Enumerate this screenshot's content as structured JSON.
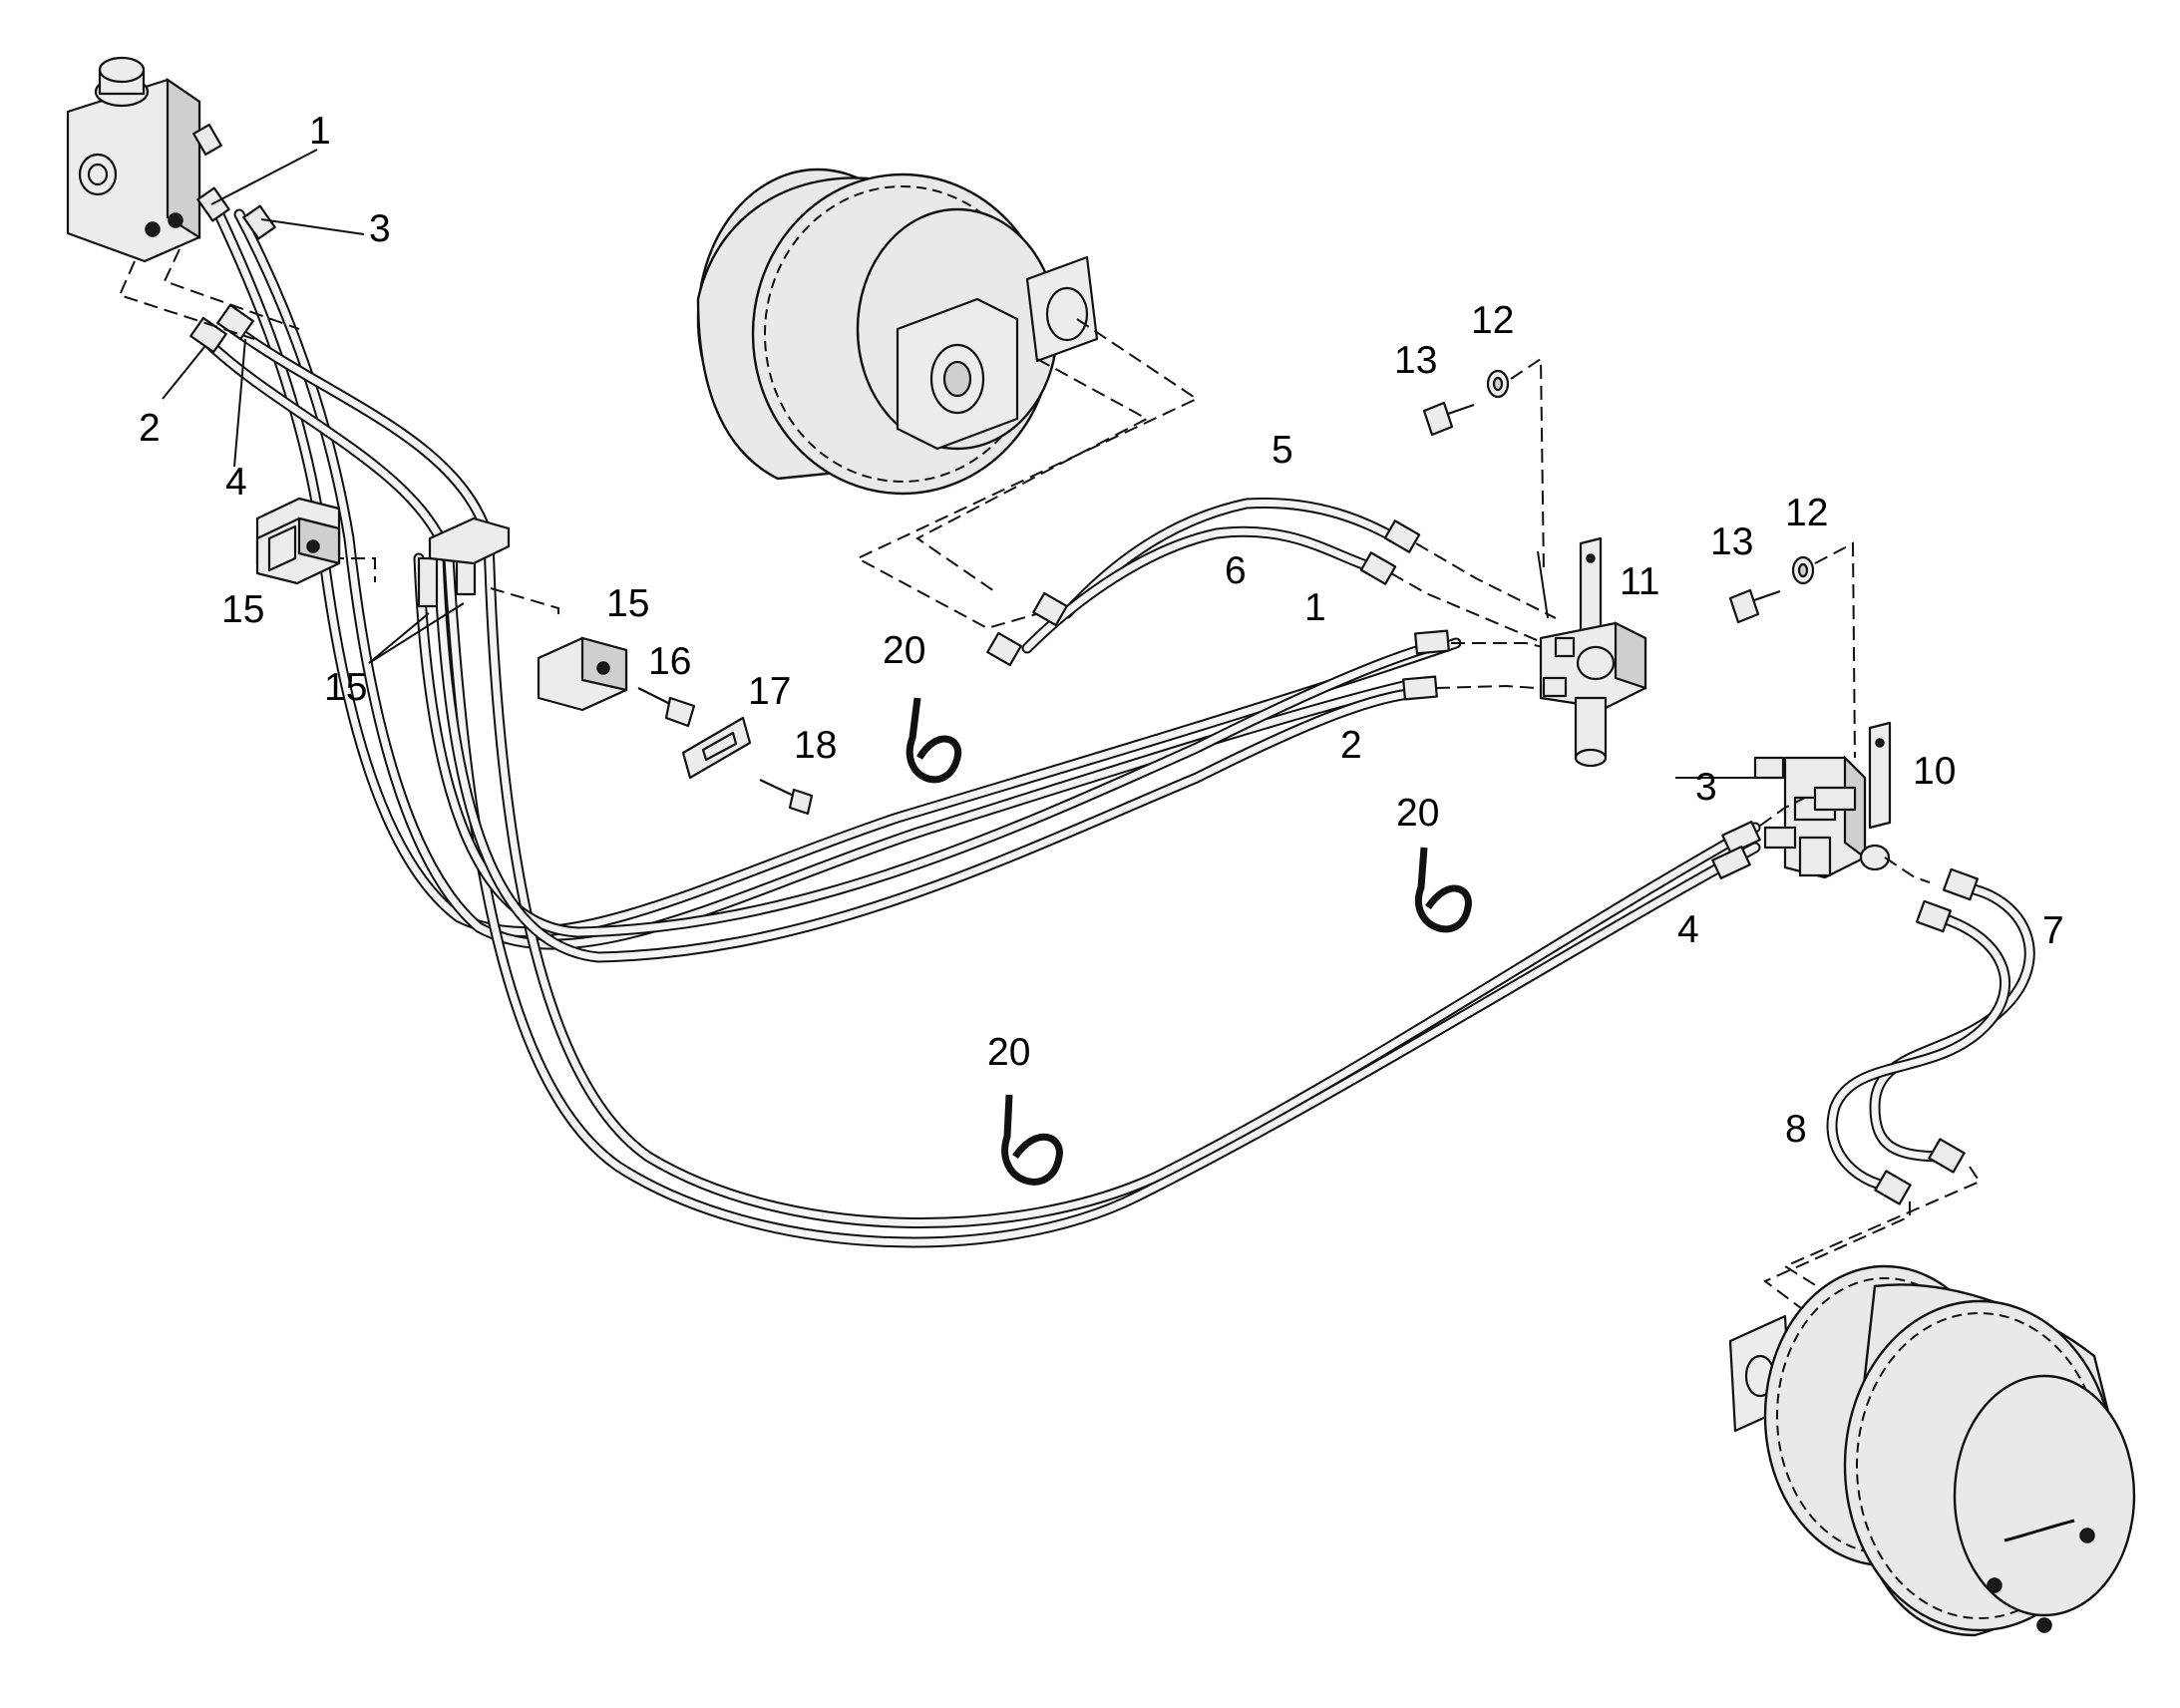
{
  "diagram": {
    "callouts": [
      {
        "id": "c1a",
        "text": "1"
      },
      {
        "id": "c3a",
        "text": "3"
      },
      {
        "id": "c2a",
        "text": "2"
      },
      {
        "id": "c4a",
        "text": "4"
      },
      {
        "id": "c15a",
        "text": "15"
      },
      {
        "id": "c15b",
        "text": "15"
      },
      {
        "id": "c15c",
        "text": "15"
      },
      {
        "id": "c16",
        "text": "16"
      },
      {
        "id": "c17",
        "text": "17"
      },
      {
        "id": "c18",
        "text": "18"
      },
      {
        "id": "c20a",
        "text": "20"
      },
      {
        "id": "c20b",
        "text": "20"
      },
      {
        "id": "c20c",
        "text": "20"
      },
      {
        "id": "c5",
        "text": "5"
      },
      {
        "id": "c6",
        "text": "6"
      },
      {
        "id": "c1b",
        "text": "1"
      },
      {
        "id": "c2b",
        "text": "2"
      },
      {
        "id": "c13a",
        "text": "13"
      },
      {
        "id": "c12a",
        "text": "12"
      },
      {
        "id": "c11",
        "text": "11"
      },
      {
        "id": "c13b",
        "text": "13"
      },
      {
        "id": "c12b",
        "text": "12"
      },
      {
        "id": "c10",
        "text": "10"
      },
      {
        "id": "c3b",
        "text": "3"
      },
      {
        "id": "c4b",
        "text": "4"
      },
      {
        "id": "c7",
        "text": "7"
      },
      {
        "id": "c8",
        "text": "8"
      }
    ]
  }
}
